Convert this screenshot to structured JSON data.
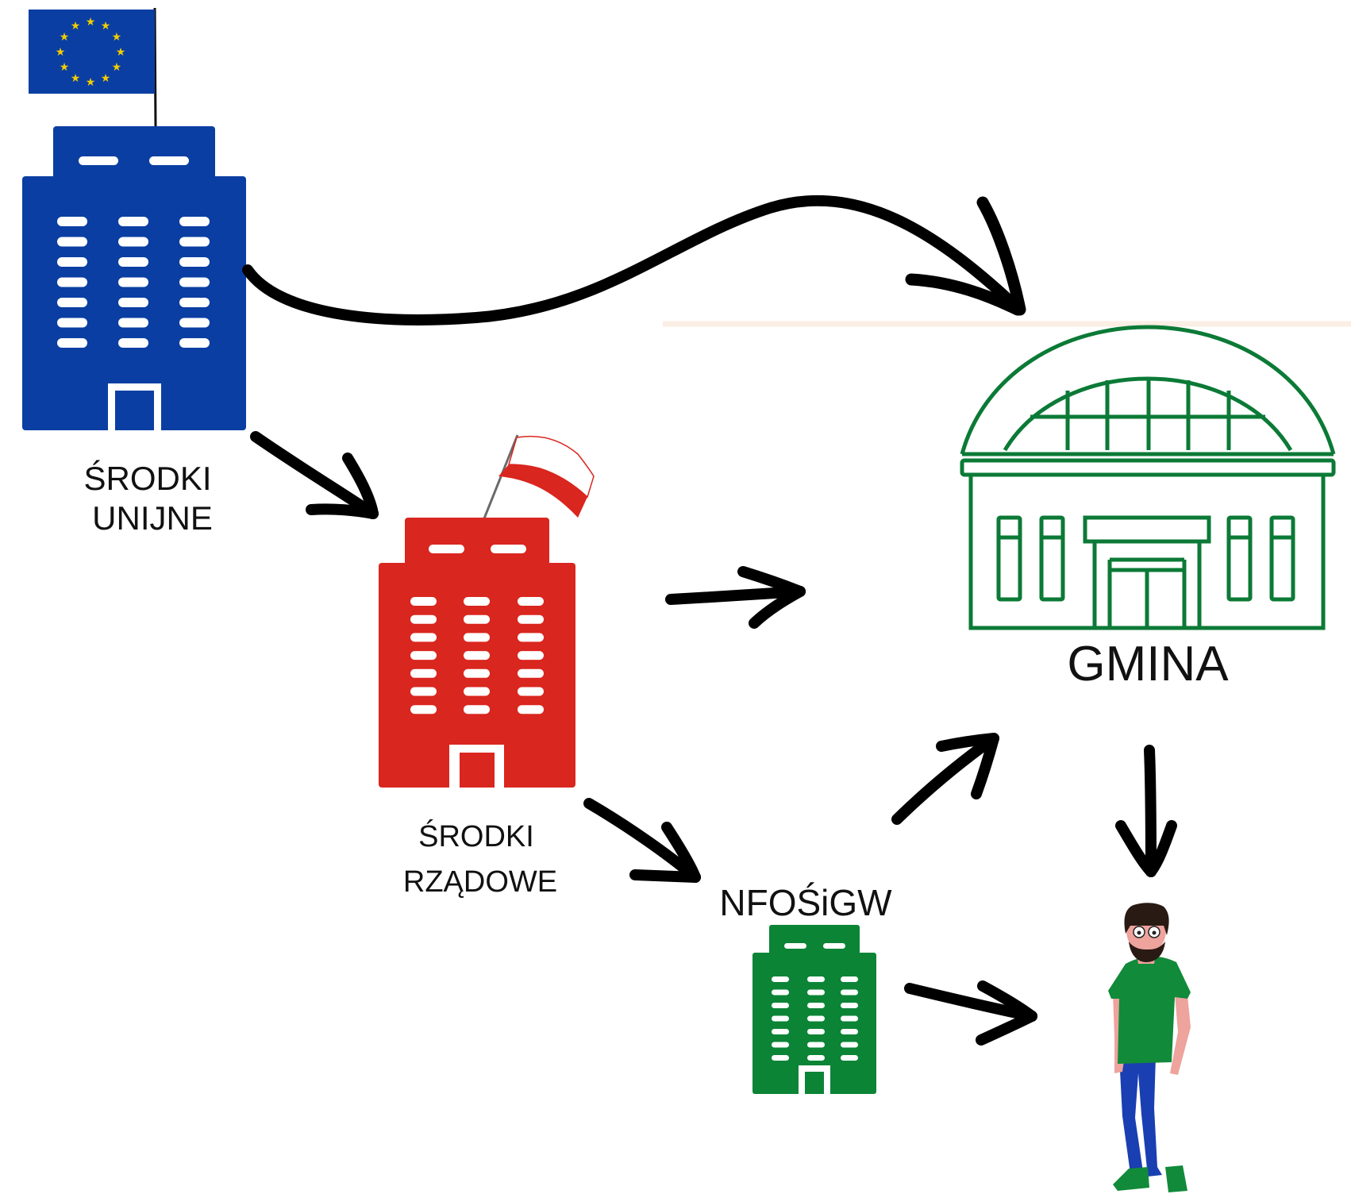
{
  "labels": {
    "eu_funds": [
      "ŚRODKI",
      "UNIJNE"
    ],
    "gov_funds": [
      "ŚRODKI",
      "RZĄDOWE"
    ],
    "nfosigw": "NFOŚiGW",
    "gmina": "GMINA"
  },
  "colors": {
    "eu_blue": "#0a3ea2",
    "eu_star": "#f2cc00",
    "gov_red": "#d9261f",
    "nfo_green": "#0b8436",
    "gmina_green": "#0b7a36",
    "arrow": "#000000",
    "shirt": "#118a3a",
    "jeans": "#1a3fb2",
    "skin": "#eea39d"
  },
  "icons": {
    "eu_building": "office-building-icon",
    "eu_flag": "eu-flag-icon",
    "gov_building": "office-building-icon",
    "pl_flag": "polish-flag-icon",
    "nfo_building": "office-building-icon",
    "gmina_building": "town-hall-icon",
    "citizen": "person-icon"
  }
}
